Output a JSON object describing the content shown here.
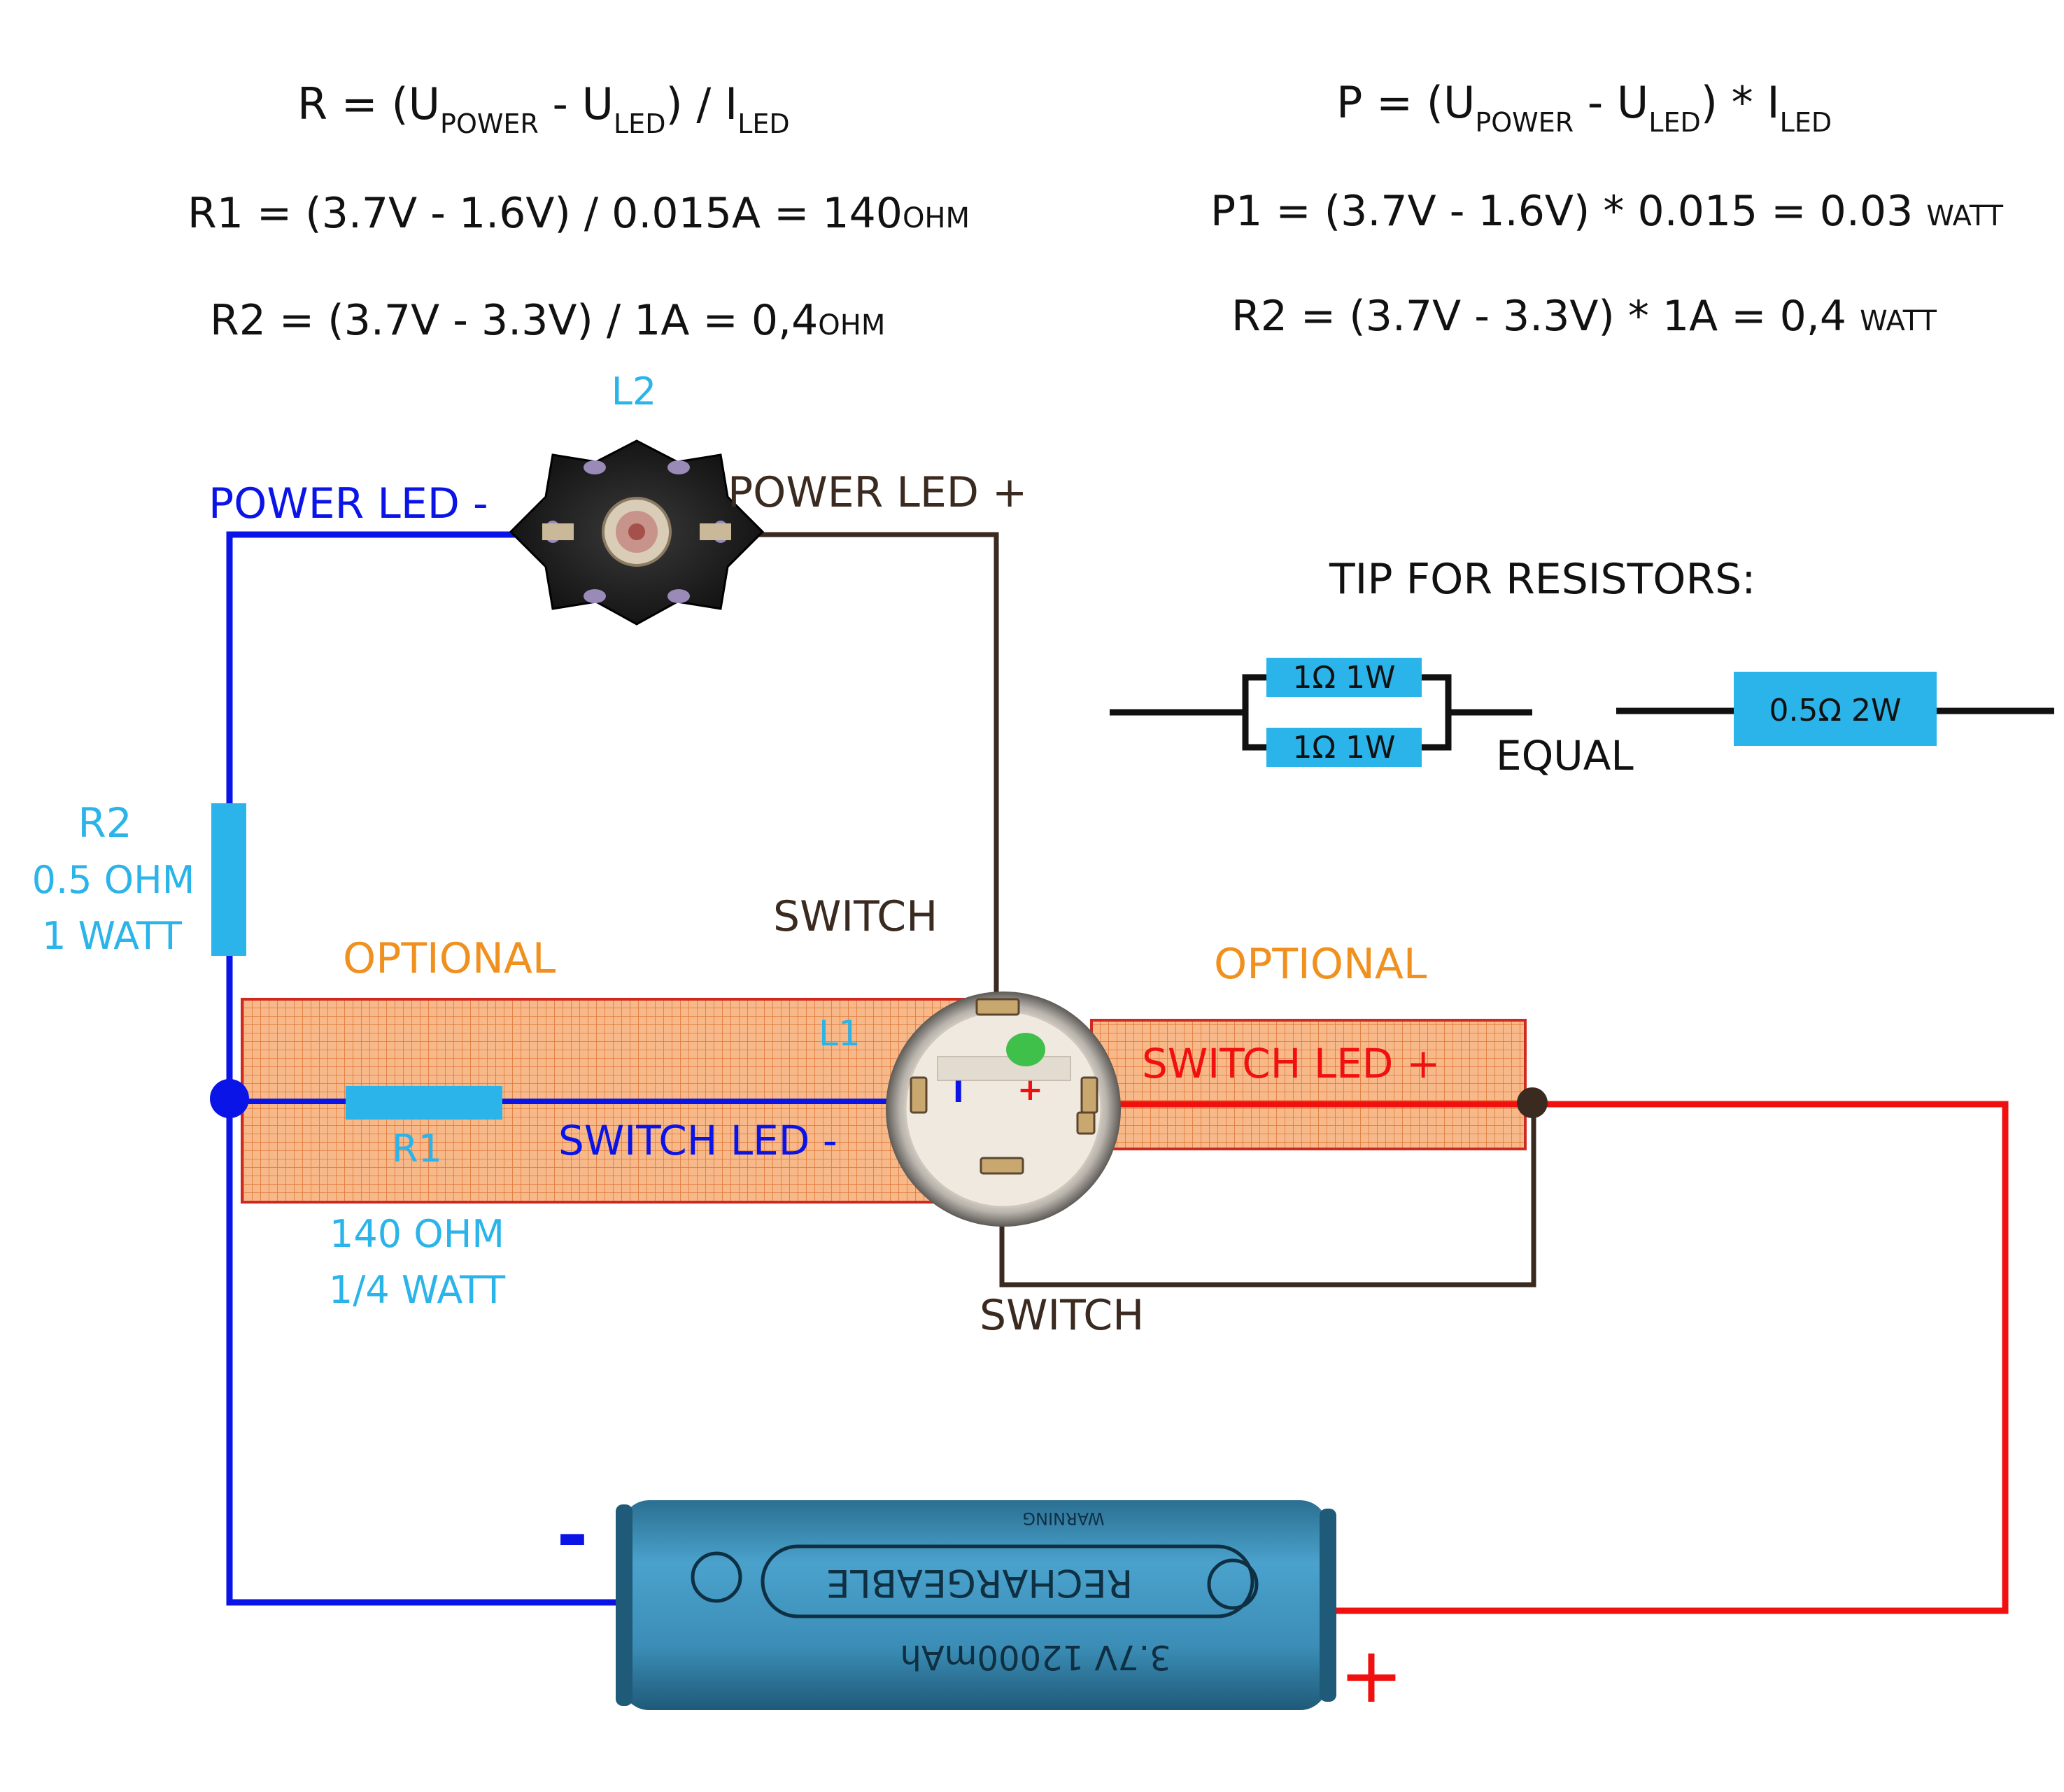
{
  "colors": {
    "blue_wire": "#0a14e6",
    "brown_wire": "#3a2a20",
    "red_wire": "#f01010",
    "cyan": "#2ab4ea",
    "orange_text": "#f0901e",
    "optional_fill": "#f6b382",
    "optional_grid": "#e07a38",
    "optional_border": "#d02020",
    "battery": "#3a8fb8",
    "black": "#111111"
  },
  "formulas_left": {
    "f1": {
      "lhs": "R",
      "eq": " = (U",
      "sub1": "POWER",
      "mid": " - U",
      "sub2": "LED",
      "tail": ") / I",
      "sub3": "LED"
    },
    "f2": {
      "text": "R1 = (3.7V - 1.6V) / 0.015A  =  140",
      "unit": "OHM"
    },
    "f3": {
      "text": "R2 = (3.7V - 3.3V) / 1A  =  0,4",
      "unit": "OHM"
    }
  },
  "formulas_right": {
    "f1": {
      "lhs": "P",
      "eq": " = (U",
      "sub1": "POWER",
      "mid": " - U",
      "sub2": "LED",
      "tail": ") * I",
      "sub3": "LED"
    },
    "f2": {
      "text": "P1 = (3.7V - 1.6V) * 0.015 = 0.03 ",
      "unit": "WATT"
    },
    "f3": {
      "text": "R2  = (3.7V - 3.3V) * 1A  =  0,4 ",
      "unit": "WATT"
    }
  },
  "labels": {
    "l2": "L2",
    "power_led_minus": "POWER LED -",
    "power_led_plus": "POWER LED +",
    "tip": "TIP FOR RESISTORS:",
    "res_a": "1Ω 1W",
    "res_b": "1Ω 1W",
    "res_c": "0.5Ω 2W",
    "equal": "EQUAL",
    "r2_name": "R2",
    "r2_value": "0.5 OHM",
    "r2_watt": "1 WATT",
    "optional_left": "OPTIONAL",
    "optional_right": "OPTIONAL",
    "switch_top": "SWITCH",
    "switch_bottom": "SWITCH",
    "l1": "L1",
    "switch_led_minus": "SWITCH LED -",
    "switch_led_plus": "SWITCH LED +",
    "r1_name": "R1",
    "r1_value": "140 OHM",
    "r1_watt": "1/4 WATT",
    "sw_pin_minus": "I",
    "sw_pin_plus": "+",
    "battery_minus": "-",
    "battery_plus": "+",
    "battery_print_1": "RECHARGEABLE",
    "battery_print_2": "3.7V 12000mAh",
    "battery_print_3": "WARNING"
  }
}
